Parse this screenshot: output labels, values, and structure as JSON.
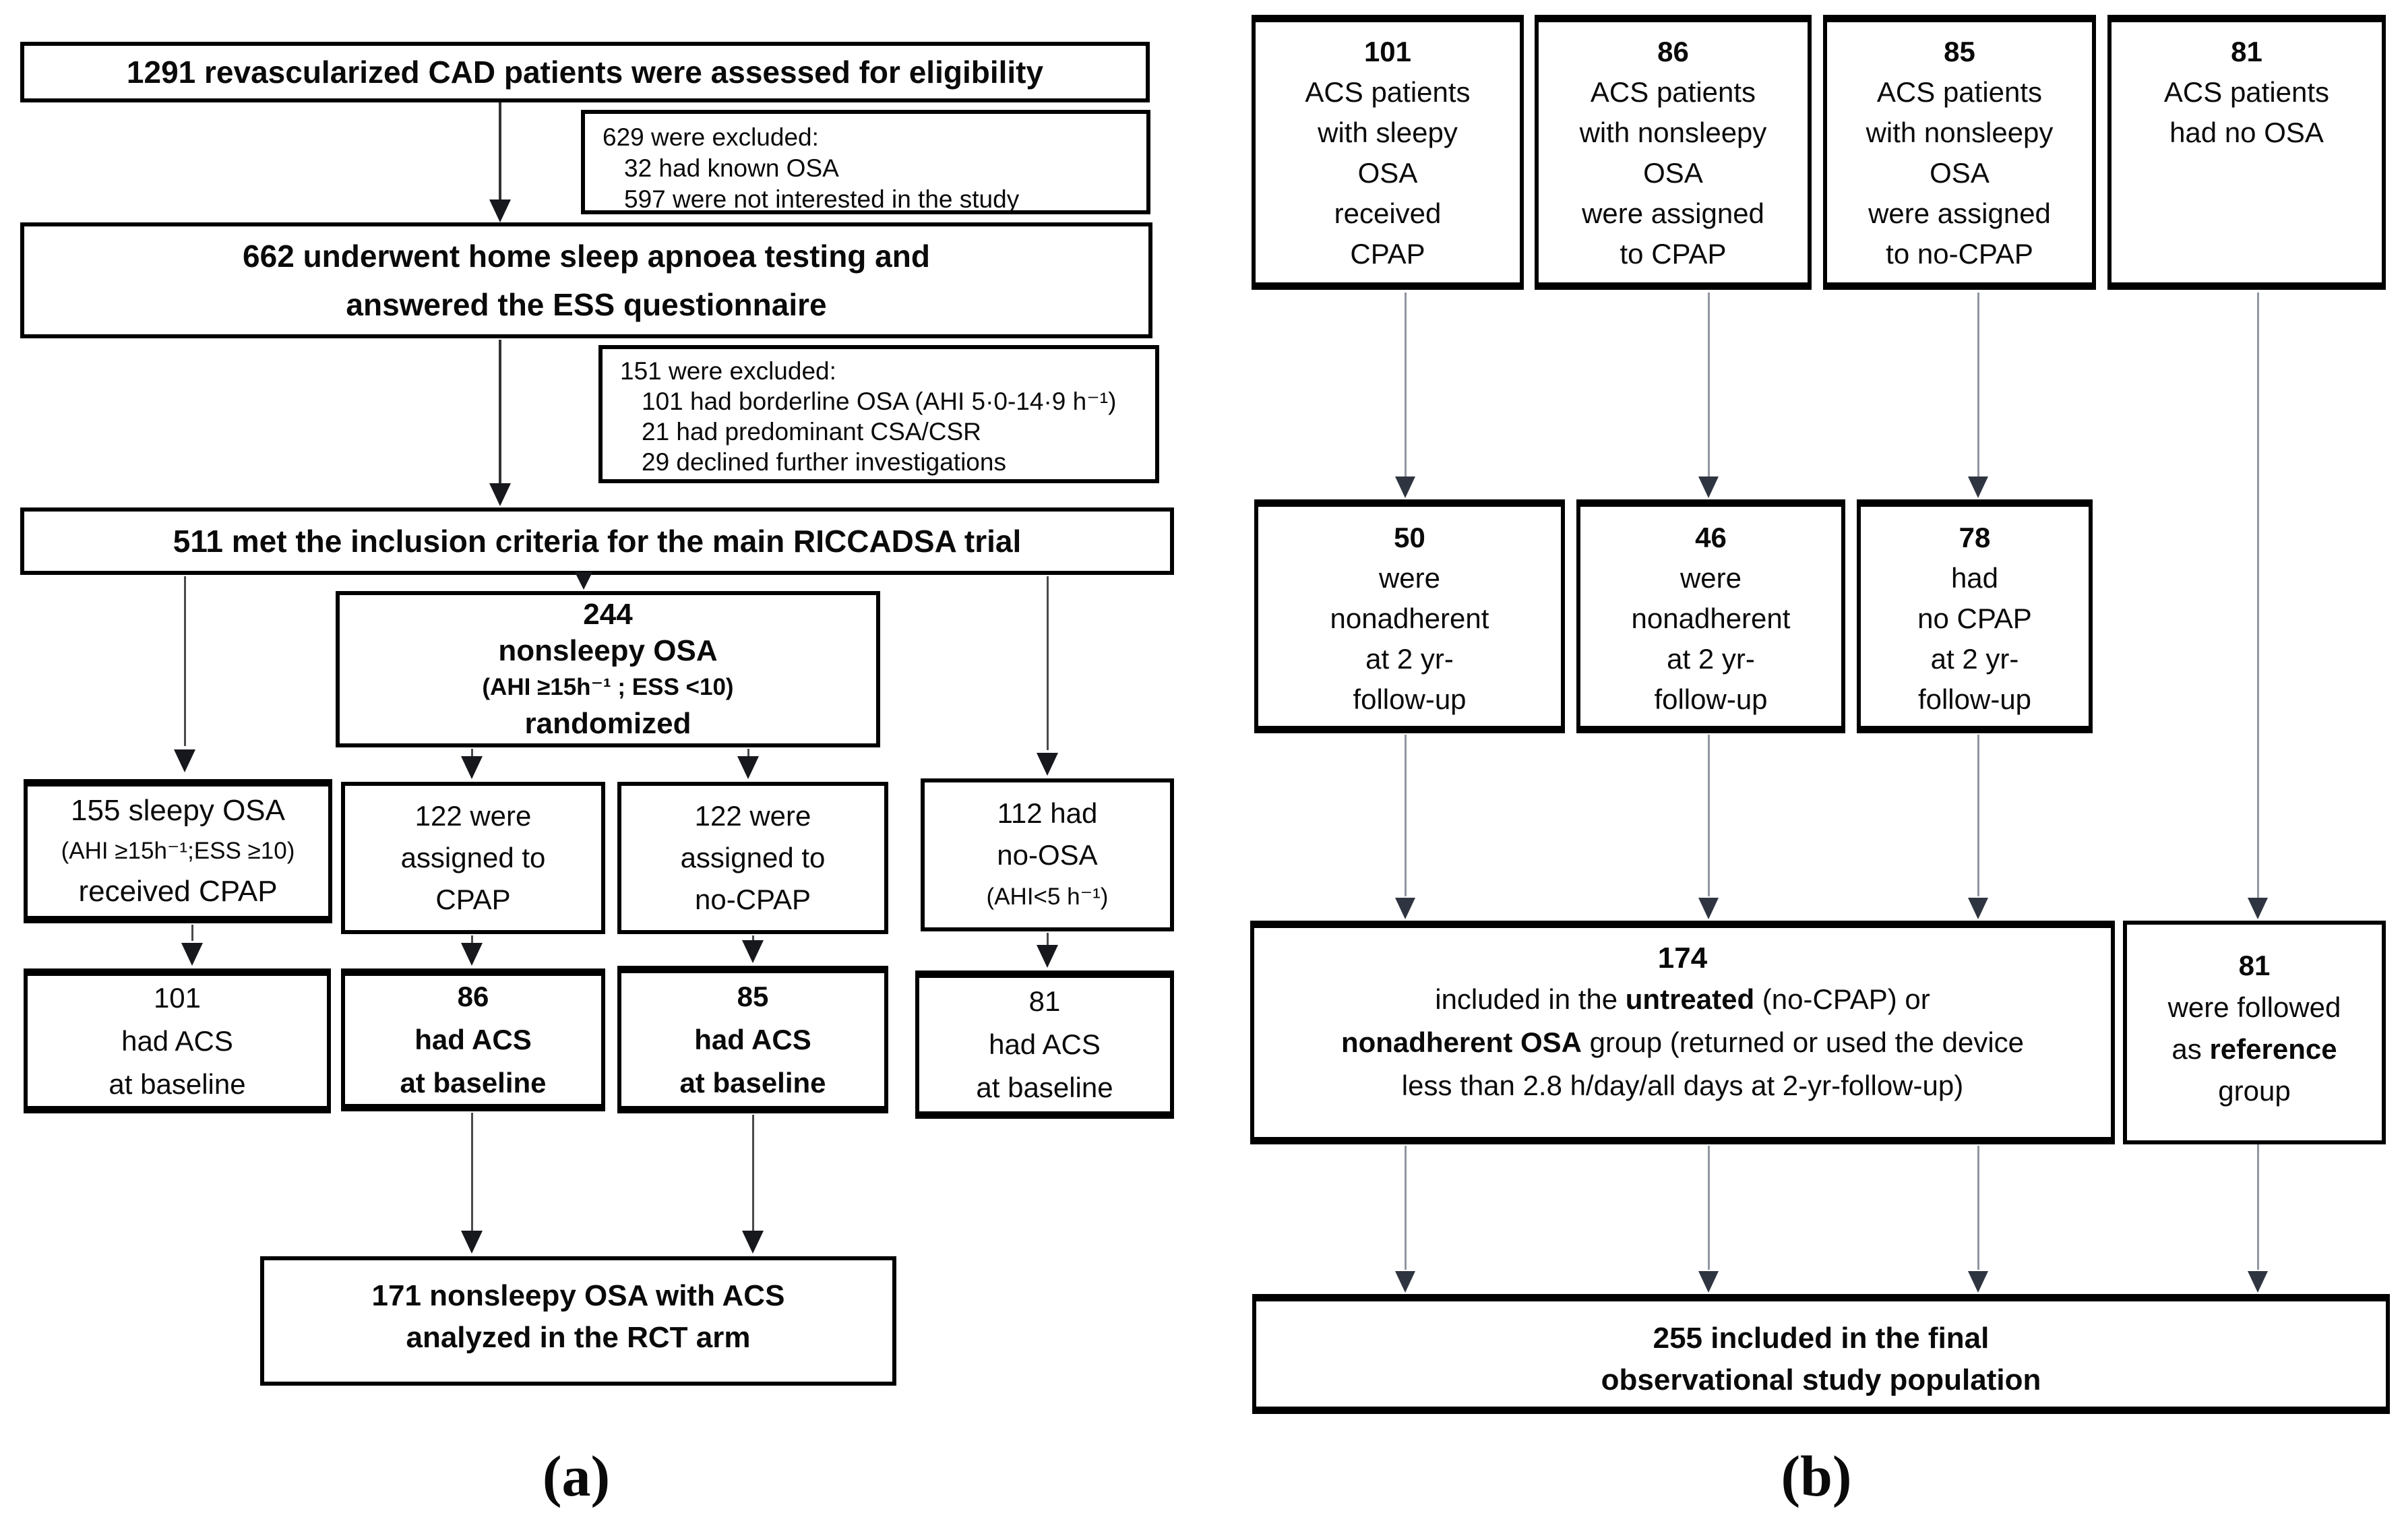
{
  "style": {
    "background": "#ffffff",
    "text": "#0a0a0a",
    "box_border": "#000000",
    "arrow_line_a": "#4a4a4a",
    "arrow_line_b": "#9097a1",
    "arrow_head": "#16181e"
  },
  "figure": {
    "panel_a_label": "(a)",
    "panel_b_label": "(b)"
  },
  "panel_a": {
    "assessed": {
      "text": "1291 revascularized CAD patients were assessed for eligibility"
    },
    "excluded_629": {
      "lines": [
        "629 were excluded:",
        "32 had known OSA",
        "597 were not interested in the study"
      ]
    },
    "sleep_testing": {
      "lines": [
        "662 underwent home sleep apnoea testing and",
        "answered the ESS questionnaire"
      ]
    },
    "excluded_151": {
      "lines": [
        "151 were excluded:",
        "101 had borderline OSA (AHI 5·0-14·9 h⁻¹)",
        "21 had predominant CSA/CSR",
        "29 declined further investigations"
      ]
    },
    "inclusion": {
      "text": "511 met the inclusion criteria for the main RICCADSA trial"
    },
    "randomized_244": {
      "lines": [
        "244",
        "nonsleepy OSA",
        "(AHI ≥15h⁻¹ ; ESS <10)",
        "randomized"
      ]
    },
    "sleepy_155": {
      "lines": [
        "155 sleepy OSA",
        "(AHI ≥15h⁻¹;ESS ≥10)",
        "received CPAP"
      ]
    },
    "assigned_cpap_122": {
      "lines": [
        "122 were",
        "assigned to",
        "CPAP"
      ]
    },
    "assigned_no_cpap_122": {
      "lines": [
        "122 were",
        "assigned to",
        "no-CPAP"
      ]
    },
    "no_osa_112": {
      "lines": [
        "112 had",
        "no-OSA",
        "(AHI<5 h⁻¹)"
      ]
    },
    "acs_101": {
      "lines": [
        "101",
        "had ACS",
        "at baseline"
      ]
    },
    "acs_86": {
      "lines": [
        "86",
        "had ACS",
        "at baseline"
      ]
    },
    "acs_85": {
      "lines": [
        "85",
        "had ACS",
        "at baseline"
      ]
    },
    "acs_81": {
      "lines": [
        "81",
        "had ACS",
        "at baseline"
      ]
    },
    "rct_171": {
      "lines": [
        "171 nonsleepy OSA with ACS",
        "analyzed in the RCT arm"
      ]
    }
  },
  "panel_b": {
    "sleepy_cpap_101": {
      "lines": [
        "101",
        "ACS patients",
        "with sleepy",
        "OSA",
        "received",
        "CPAP"
      ]
    },
    "nonsleepy_cpap_86": {
      "lines": [
        "86",
        "ACS patients",
        "with nonsleepy",
        "OSA",
        "were assigned",
        "to CPAP"
      ]
    },
    "nonsleepy_no_cpap_85": {
      "lines": [
        "85",
        "ACS patients",
        "with nonsleepy",
        "OSA",
        "were assigned",
        "to no-CPAP"
      ]
    },
    "no_osa_81": {
      "lines": [
        "81",
        "ACS patients",
        "had no OSA"
      ]
    },
    "nonadherent_50": {
      "lines": [
        "50",
        "were",
        "nonadherent",
        "at 2 yr-",
        "follow-up"
      ]
    },
    "nonadherent_46": {
      "lines": [
        "46",
        "were",
        "nonadherent",
        "at 2 yr-",
        "follow-up"
      ]
    },
    "no_cpap_78": {
      "lines": [
        "78",
        "had",
        "no CPAP",
        "at 2 yr-",
        "follow-up"
      ]
    },
    "untreated_174": {
      "number": "174",
      "line2_a": "included in the ",
      "line2_b": "untreated",
      "line2_c": " (no-CPAP) or",
      "line3_a": "nonadherent OSA",
      "line3_b": " group (returned or used the device",
      "line4": "less than 2.8 h/day/all days at 2-yr-follow-up)"
    },
    "reference_81": {
      "number": "81",
      "line2": "were followed",
      "line3_a": "as ",
      "line3_b": "reference",
      "line4": "group"
    },
    "final_255": {
      "lines": [
        "255 included in the final",
        "observational study population"
      ]
    }
  }
}
